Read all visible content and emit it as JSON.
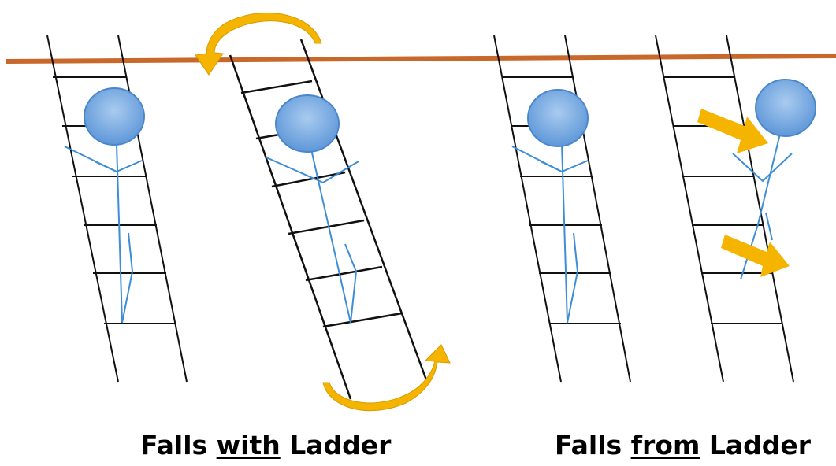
{
  "captions": {
    "left": {
      "before": "Falls ",
      "emphasis": "with",
      "after": " Ladder"
    },
    "right": {
      "before": "Falls ",
      "emphasis": "from",
      "after": " Ladder"
    }
  },
  "colors": {
    "wall": "#C8682A",
    "ladder": "#111111",
    "figure_head": "#6FA3DC",
    "figure_body": "#3D8ED6",
    "arrow": "#F5B400"
  },
  "icons": [
    "ladder-icon",
    "stick-figure-icon",
    "curved-arrow-icon",
    "push-arrow-icon"
  ]
}
